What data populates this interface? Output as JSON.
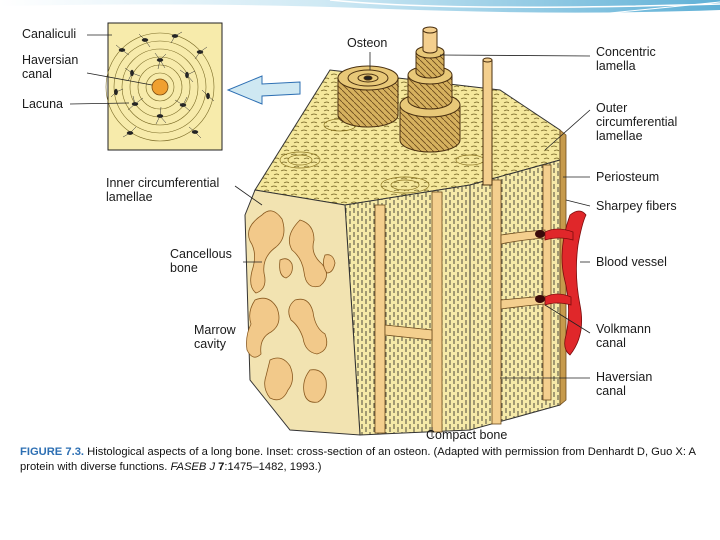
{
  "labels": {
    "canaliculi": "Canaliculi",
    "haversian_canal_inset": "Haversian\ncanal",
    "lacuna": "Lacuna",
    "osteon": "Osteon",
    "concentric_lamella": "Concentric\nlamella",
    "outer_circumferential_lamellae": "Outer\ncircumferential\nlamellae",
    "periosteum": "Periosteum",
    "sharpey_fibers": "Sharpey fibers",
    "blood_vessel": "Blood vessel",
    "volkmann_canal": "Volkmann\ncanal",
    "haversian_canal": "Haversian\ncanal",
    "inner_circumferential_lamellae": "Inner circumferential\nlamellae",
    "cancellous_bone": "Cancellous\nbone",
    "marrow_cavity": "Marrow\ncavity",
    "compact_bone": "Compact bone"
  },
  "caption": {
    "figure_label": "FIGURE 7.3.",
    "text_part1": " Histological aspects of a long bone. Inset: cross-section of an osteon. (Adapted with permission from Denhardt D, Guo X: A protein with diverse functions. ",
    "journal": "FASEB J",
    "volume": " 7",
    "pages": ":1475–1482, 1993.)"
  },
  "colors": {
    "bone_light": "#f6e9a6",
    "bone_mid": "#eedb85",
    "bone_dark": "#c69a4c",
    "cancellous": "#f2c98a",
    "blood_vessel": "#e0272a",
    "banner": "#6fb8d8"
  }
}
